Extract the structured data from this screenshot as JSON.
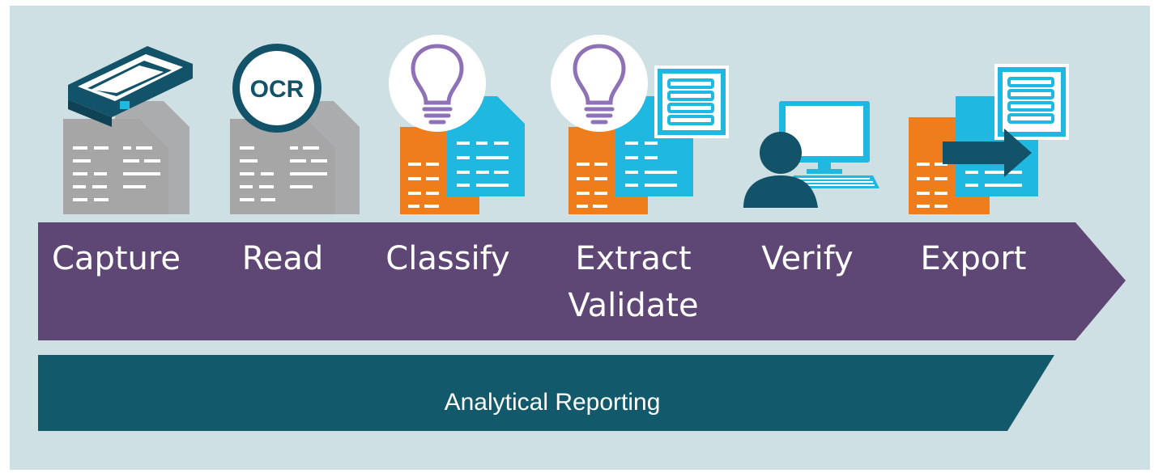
{
  "colors": {
    "background": "#cfe0e4",
    "process_arrow": "#5f4775",
    "reporting_arrow": "#125a6b",
    "document_gray": "#a6a6a6",
    "document_orange": "#f07d1c",
    "document_cyan": "#1eb8e1",
    "icon_dark_teal": "#13536a",
    "bulb_purple": "#8e72b5",
    "form_cyan": "#1eb8e1"
  },
  "stages": [
    {
      "label": "Capture",
      "icon": "scanner-icon"
    },
    {
      "label": "Read",
      "icon": "ocr-icon",
      "badge_text": "OCR"
    },
    {
      "label": "Classify",
      "icon": "lightbulb-icon"
    },
    {
      "label": "Extract",
      "label_line2": "Validate",
      "icon": "lightbulb-form-icon"
    },
    {
      "label": "Verify",
      "icon": "user-computer-icon"
    },
    {
      "label": "Export",
      "icon": "export-arrow-icon"
    }
  ],
  "reporting": {
    "label": "Analytical Reporting"
  }
}
